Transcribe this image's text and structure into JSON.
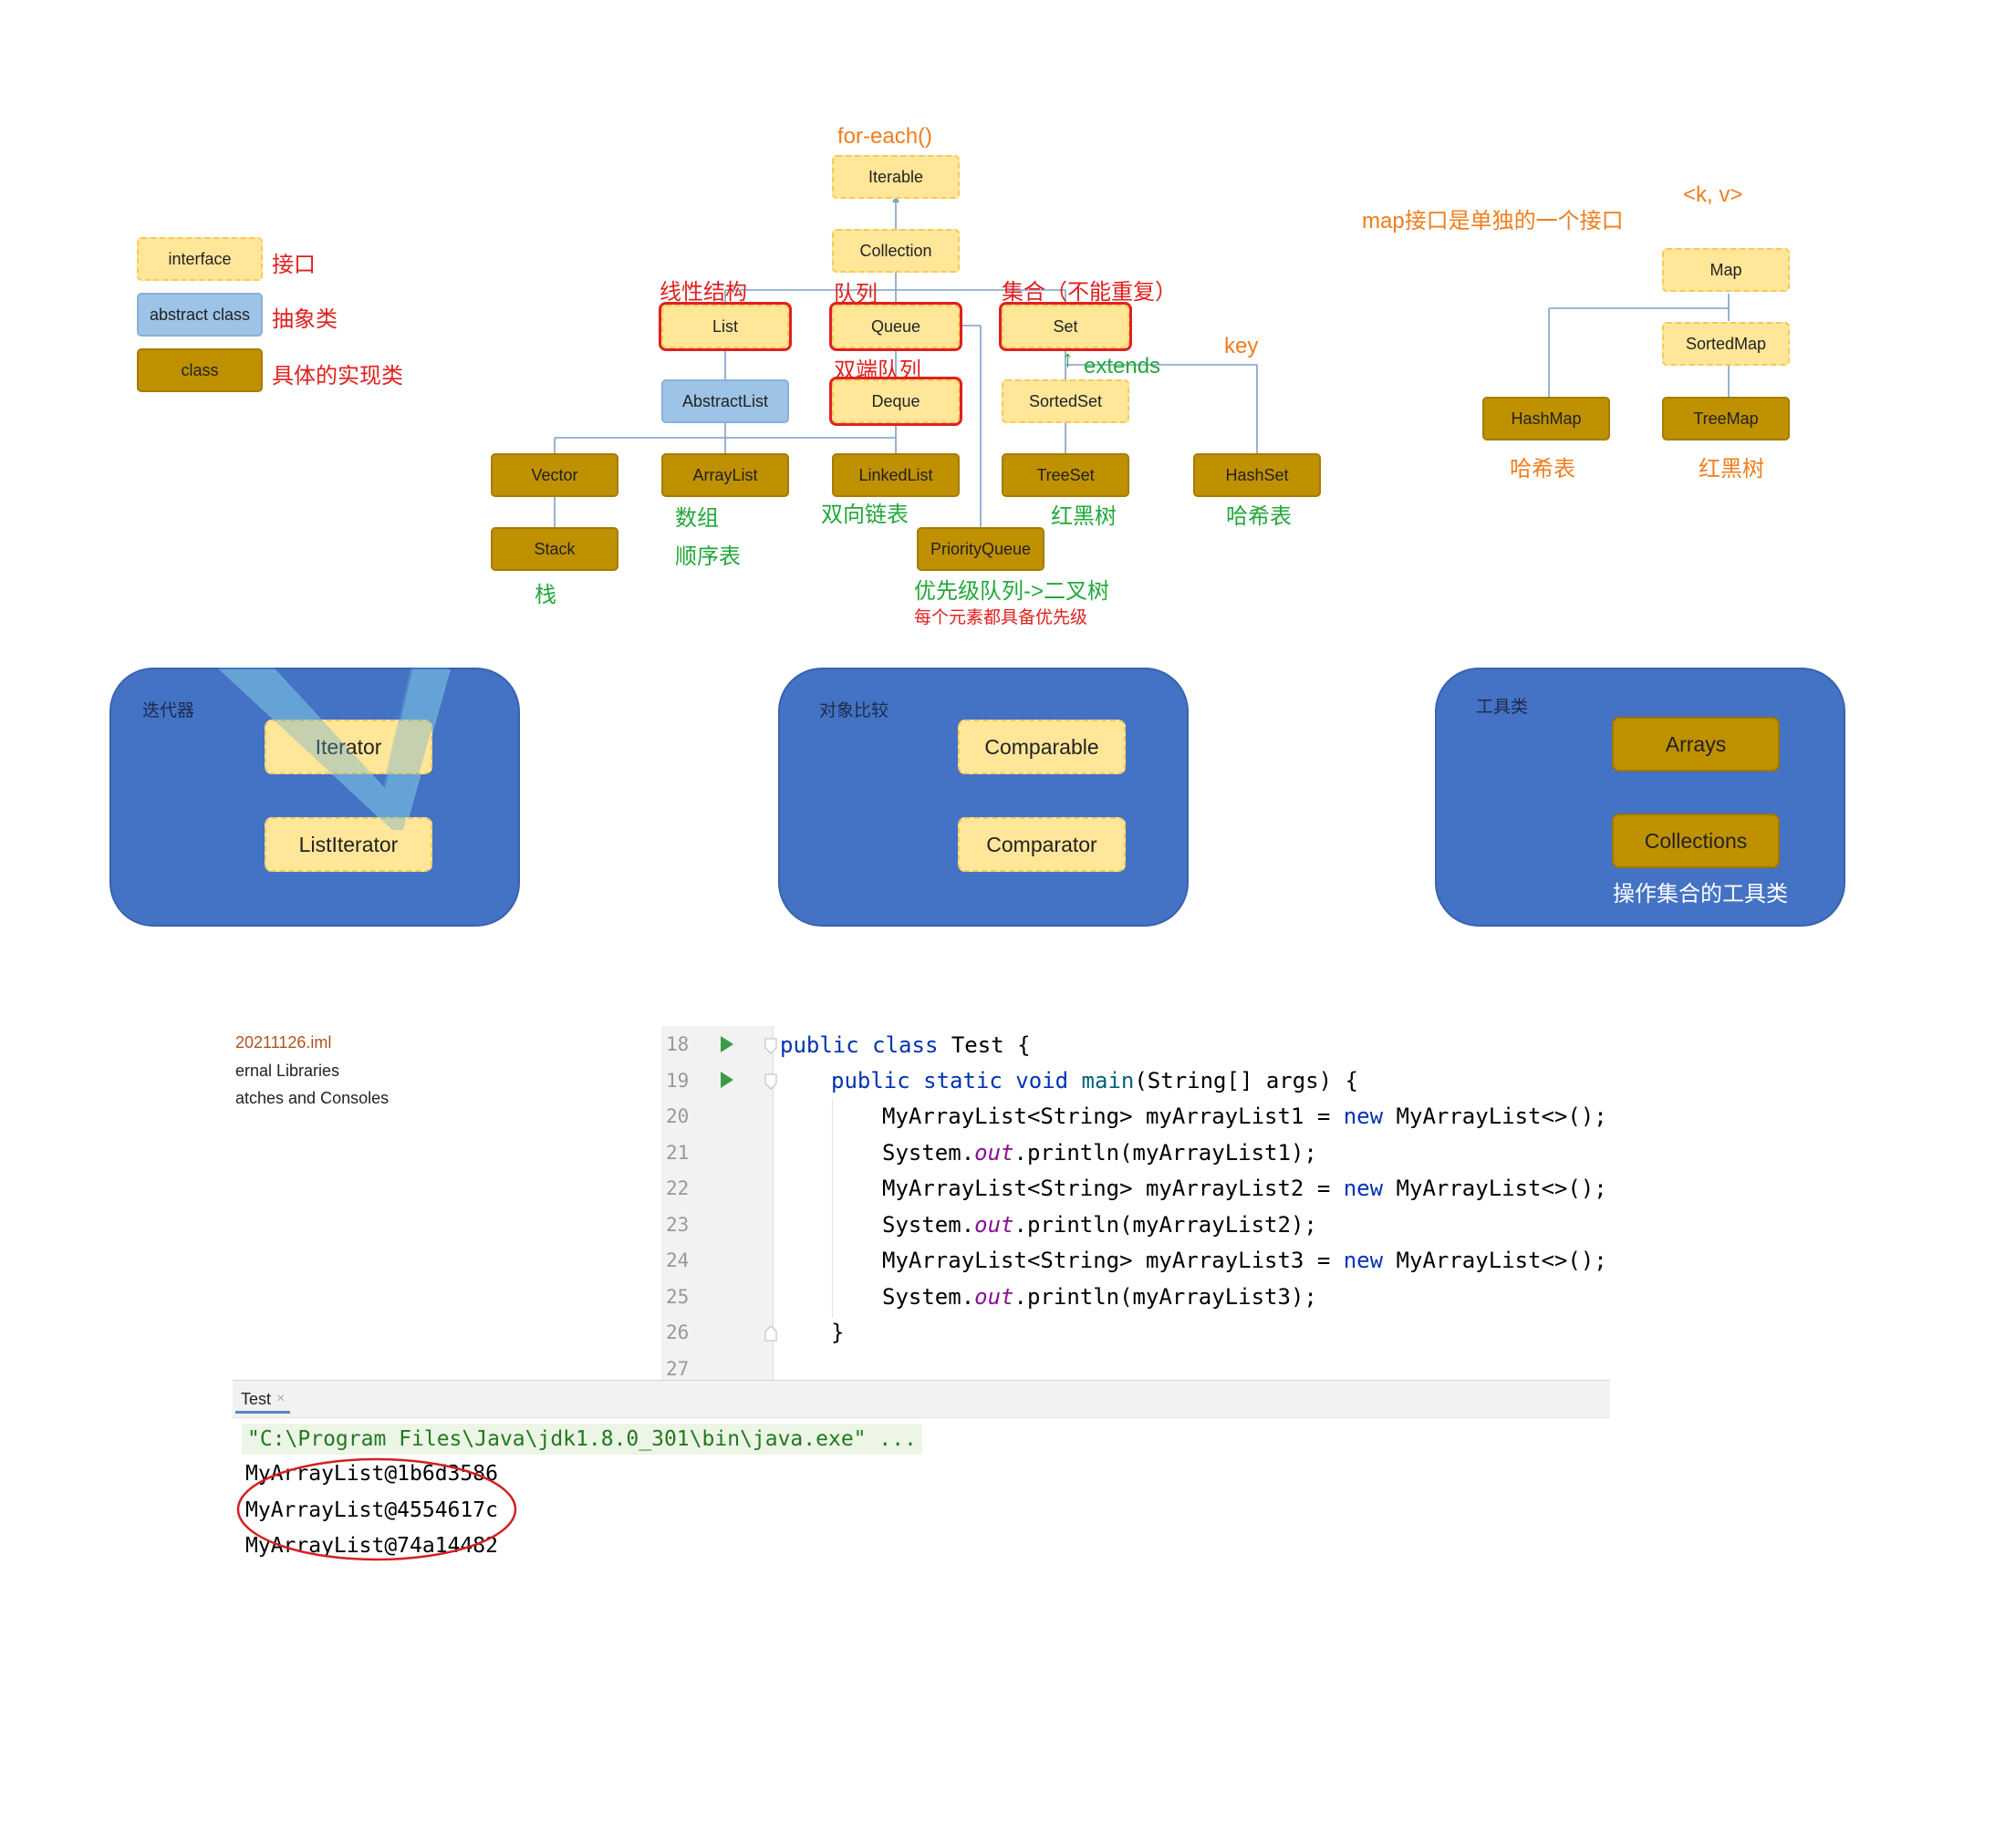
{
  "legend": {
    "interface_label": "interface",
    "interface_desc": "接口",
    "abstract_label": "abstract class",
    "abstract_desc": "抽象类",
    "class_label": "class",
    "class_desc": "具体的实现类"
  },
  "hierarchy": {
    "iterable": "Iterable",
    "collection": "Collection",
    "list": "List",
    "queue": "Queue",
    "set": "Set",
    "abstract_list": "AbstractList",
    "deque": "Deque",
    "sorted_set": "SortedSet",
    "vector": "Vector",
    "array_list": "ArrayList",
    "linked_list": "LinkedList",
    "tree_set": "TreeSet",
    "hash_set": "HashSet",
    "stack": "Stack",
    "priority_queue": "PriorityQueue"
  },
  "annotations": {
    "for_each": "for-each()",
    "linear": "线性结构",
    "queue": "队列",
    "set": "集合（不能重复）",
    "deque": "双端队列",
    "extends": "extends",
    "key": "key",
    "array": "数组",
    "sequence": "顺序表",
    "stack": "栈",
    "doubly_linked": "双向链表",
    "rb_tree_set": "红黑树",
    "hash_table_set": "哈希表",
    "priority": "优先级队列->二叉树",
    "priority_note": "每个元素都具备优先级",
    "extends_arrow": "↑"
  },
  "map": {
    "note": "map接口是单独的一个接口",
    "kv": "<k, v>",
    "map": "Map",
    "sorted_map": "SortedMap",
    "hash_map": "HashMap",
    "tree_map": "TreeMap",
    "hash_map_desc": "哈希表",
    "tree_map_desc": "红黑树"
  },
  "panels": {
    "iterator_title": "迭代器",
    "iterator": "Iterator",
    "list_iterator": "ListIterator",
    "compare_title": "对象比较",
    "comparable": "Comparable",
    "comparator": "Comparator",
    "tools_title": "工具类",
    "arrays": "Arrays",
    "collections": "Collections",
    "tools_desc": "操作集合的工具类"
  },
  "ide": {
    "tree": [
      "20211126.iml",
      "ernal Libraries",
      "atches and Consoles"
    ],
    "line_numbers": [
      "18",
      "19",
      "20",
      "21",
      "22",
      "23",
      "24",
      "25",
      "26",
      "27"
    ],
    "code": {
      "l18_kw": "public class",
      "l18_rest": " Test {",
      "l19_kw": "public static void",
      "l19_fn": "main",
      "l19_rest": "(String[] args) {",
      "l20_a": "MyArrayList<String> myArrayList1 = ",
      "l20_new": "new",
      "l20_b": " MyArrayList<>();",
      "l21_a": "System.",
      "l21_out": "out",
      "l21_b": ".println(myArrayList1);",
      "l22_a": "MyArrayList<String> myArrayList2 = ",
      "l22_new": "new",
      "l22_b": " MyArrayList<>();",
      "l23_a": "System.",
      "l23_out": "out",
      "l23_b": ".println(myArrayList2);",
      "l24_a": "MyArrayList<String> myArrayList3 = ",
      "l24_new": "new",
      "l24_b": " MyArrayList<>();",
      "l25_a": "System.",
      "l25_out": "out",
      "l25_b": ".println(myArrayList3);",
      "l26": "}"
    },
    "run_tab": "Test",
    "run_tab_close": "×",
    "console_cmd": "\"C:\\Program Files\\Java\\jdk1.8.0_301\\bin\\java.exe\" ...",
    "console_lines": [
      "MyArrayList@1b6d3586",
      "MyArrayList@4554617c",
      "MyArrayList@74a14482"
    ],
    "colors": {
      "keyword": "#0033b3",
      "method": "#00627a",
      "static_field": "#871094"
    }
  }
}
